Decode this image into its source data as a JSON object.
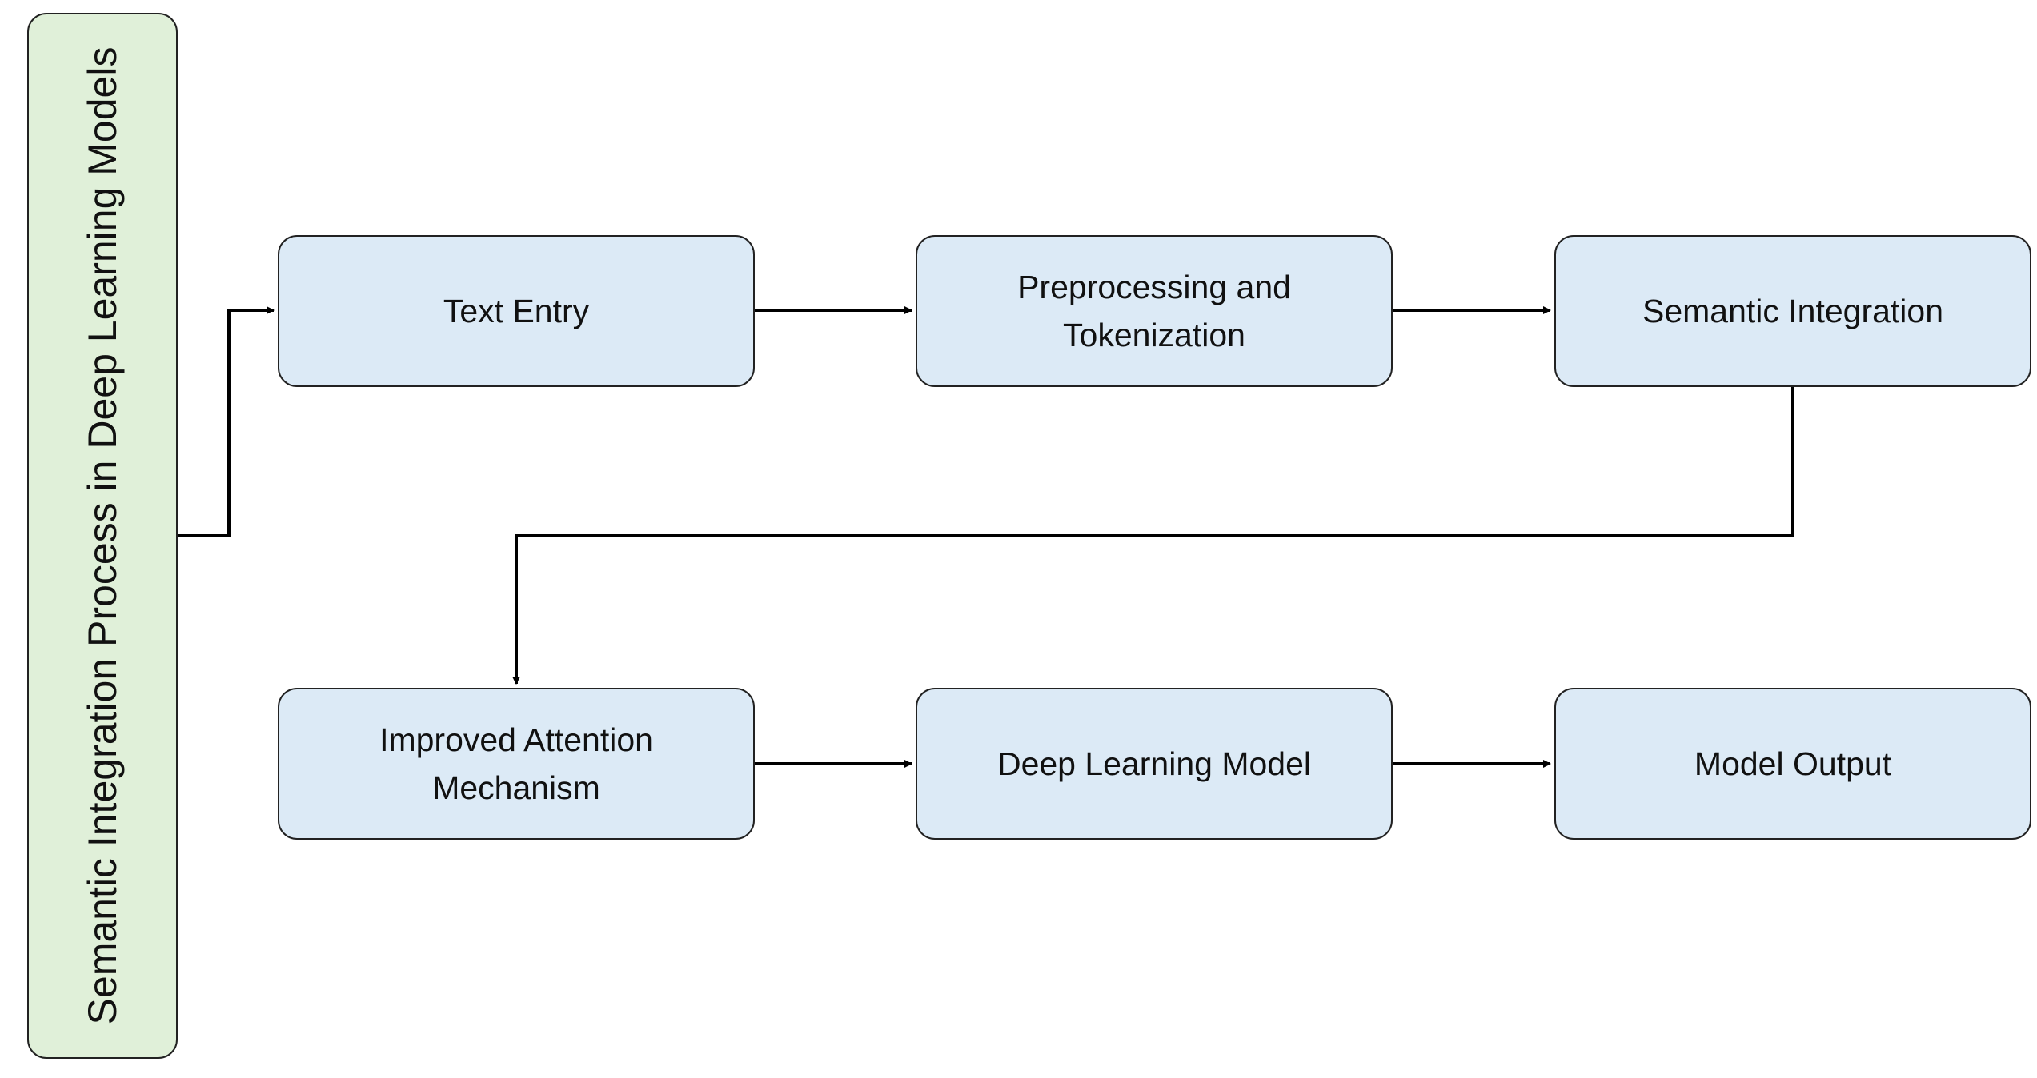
{
  "diagram": {
    "side_label": "Semantic Integration Process in Deep Learning Models",
    "nodes": [
      {
        "id": "text-entry",
        "label": "Text Entry"
      },
      {
        "id": "preprocessing-tokenization",
        "label": "Preprocessing and Tokenization"
      },
      {
        "id": "semantic-integration",
        "label": "Semantic Integration"
      },
      {
        "id": "improved-attention",
        "label": "Improved Attention Mechanism"
      },
      {
        "id": "deep-learning-model",
        "label": "Deep Learning Model"
      },
      {
        "id": "model-output",
        "label": "Model Output"
      }
    ],
    "edges": [
      {
        "from": "side-label",
        "to": "text-entry"
      },
      {
        "from": "text-entry",
        "to": "preprocessing-tokenization"
      },
      {
        "from": "preprocessing-tokenization",
        "to": "semantic-integration"
      },
      {
        "from": "semantic-integration",
        "to": "improved-attention"
      },
      {
        "from": "improved-attention",
        "to": "deep-learning-model"
      },
      {
        "from": "deep-learning-model",
        "to": "model-output"
      }
    ],
    "colors": {
      "side_fill": "#e0f0d9",
      "node_fill": "#dceaf6",
      "stroke": "#222222"
    }
  }
}
